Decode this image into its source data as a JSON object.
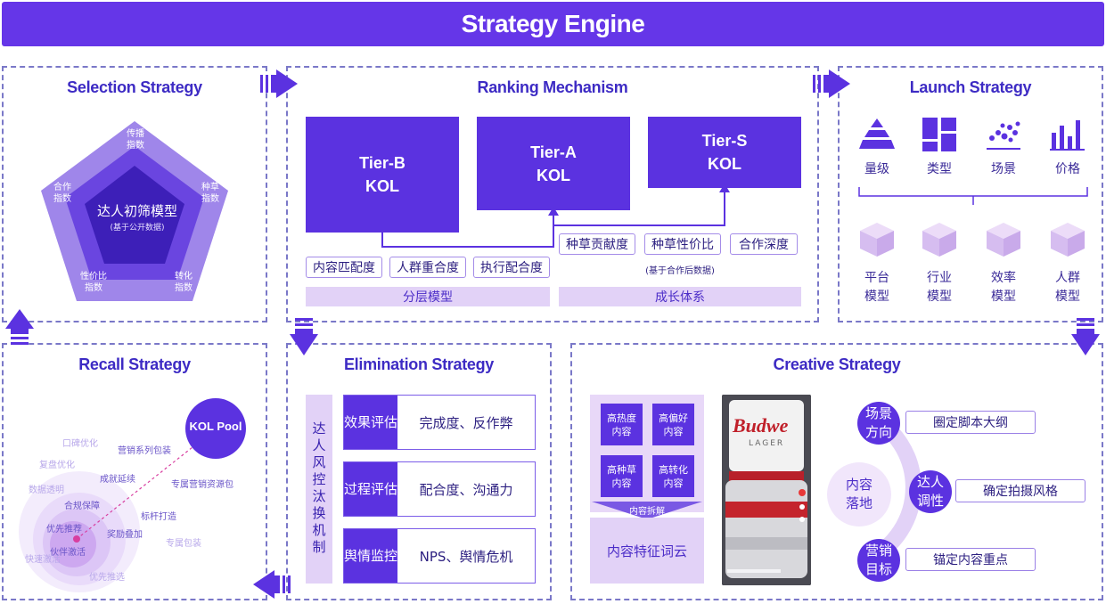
{
  "header": {
    "title": "Strategy Engine"
  },
  "selection": {
    "title": "Selection Strategy",
    "center_title": "达人初筛模型",
    "center_sub": "(基于公开数据)",
    "vertices": [
      {
        "line1": "传播",
        "line2": "指数"
      },
      {
        "line1": "种草",
        "line2": "指数"
      },
      {
        "line1": "转化",
        "line2": "指数"
      },
      {
        "line1": "性价比",
        "line2": "指数"
      },
      {
        "line1": "合作",
        "line2": "指数"
      }
    ]
  },
  "ranking": {
    "title": "Ranking Mechanism",
    "tiers": [
      {
        "line1": "Tier-B",
        "line2": "KOL"
      },
      {
        "line1": "Tier-A",
        "line2": "KOL"
      },
      {
        "line1": "Tier-S",
        "line2": "KOL"
      }
    ],
    "left_tags": [
      "内容匹配度",
      "人群重合度",
      "执行配合度"
    ],
    "right_tags": [
      "种草贡献度",
      "种草性价比",
      "合作深度"
    ],
    "right_note": "(基于合作后数据)",
    "band_left": "分层模型",
    "band_right": "成长体系"
  },
  "launch": {
    "title": "Launch Strategy",
    "top_items": [
      {
        "label": "量级",
        "icon": "pyramid-icon"
      },
      {
        "label": "类型",
        "icon": "grid-icon"
      },
      {
        "label": "场景",
        "icon": "scatter-icon"
      },
      {
        "label": "价格",
        "icon": "bars-icon"
      }
    ],
    "bottom_items": [
      {
        "line1": "平台",
        "line2": "模型"
      },
      {
        "line1": "行业",
        "line2": "模型"
      },
      {
        "line1": "效率",
        "line2": "模型"
      },
      {
        "line1": "人群",
        "line2": "模型"
      }
    ]
  },
  "recall": {
    "title": "Recall Strategy",
    "pool": "KOL Pool",
    "labels": [
      "口碑优化",
      "营销系列包装",
      "成就延续",
      "专属营销资源包",
      "标杆打造",
      "奖励叠加",
      "复盘优化",
      "数据透明",
      "合规保障",
      "优先推荐",
      "专属包装",
      "快速激活",
      "伙伴激活",
      "优先推选"
    ]
  },
  "elimination": {
    "title": "Elimination Strategy",
    "vertical": "达人风控汰换机制",
    "rows": [
      {
        "key": "效果评估",
        "value": "完成度、反作弊"
      },
      {
        "key": "过程评估",
        "value": "配合度、沟通力"
      },
      {
        "key": "舆情监控",
        "value": "NPS、舆情危机"
      }
    ]
  },
  "creative": {
    "title": "Creative Strategy",
    "tiles": [
      {
        "line1": "高热度",
        "line2": "内容"
      },
      {
        "line1": "高偏好",
        "line2": "内容"
      },
      {
        "line1": "高种草",
        "line2": "内容"
      },
      {
        "line1": "高转化",
        "line2": "内容"
      }
    ],
    "split_label": "内容拆解",
    "cloud_label": "内容特征词云",
    "phone_brand": "Budwe",
    "phone_sub": "LAGER",
    "center": {
      "line1": "内容",
      "line2": "落地"
    },
    "nodes": [
      {
        "line1": "场景",
        "line2": "方向",
        "text": "圈定脚本大纲"
      },
      {
        "line1": "达人",
        "line2": "调性",
        "text": "确定拍摄风格"
      },
      {
        "line1": "营销",
        "line2": "目标",
        "text": "锚定内容重点"
      }
    ]
  },
  "colors": {
    "primary": "#6536e8",
    "dark": "#5b32e0",
    "light": "#e2d2f7",
    "text": "#3d2bc4"
  }
}
